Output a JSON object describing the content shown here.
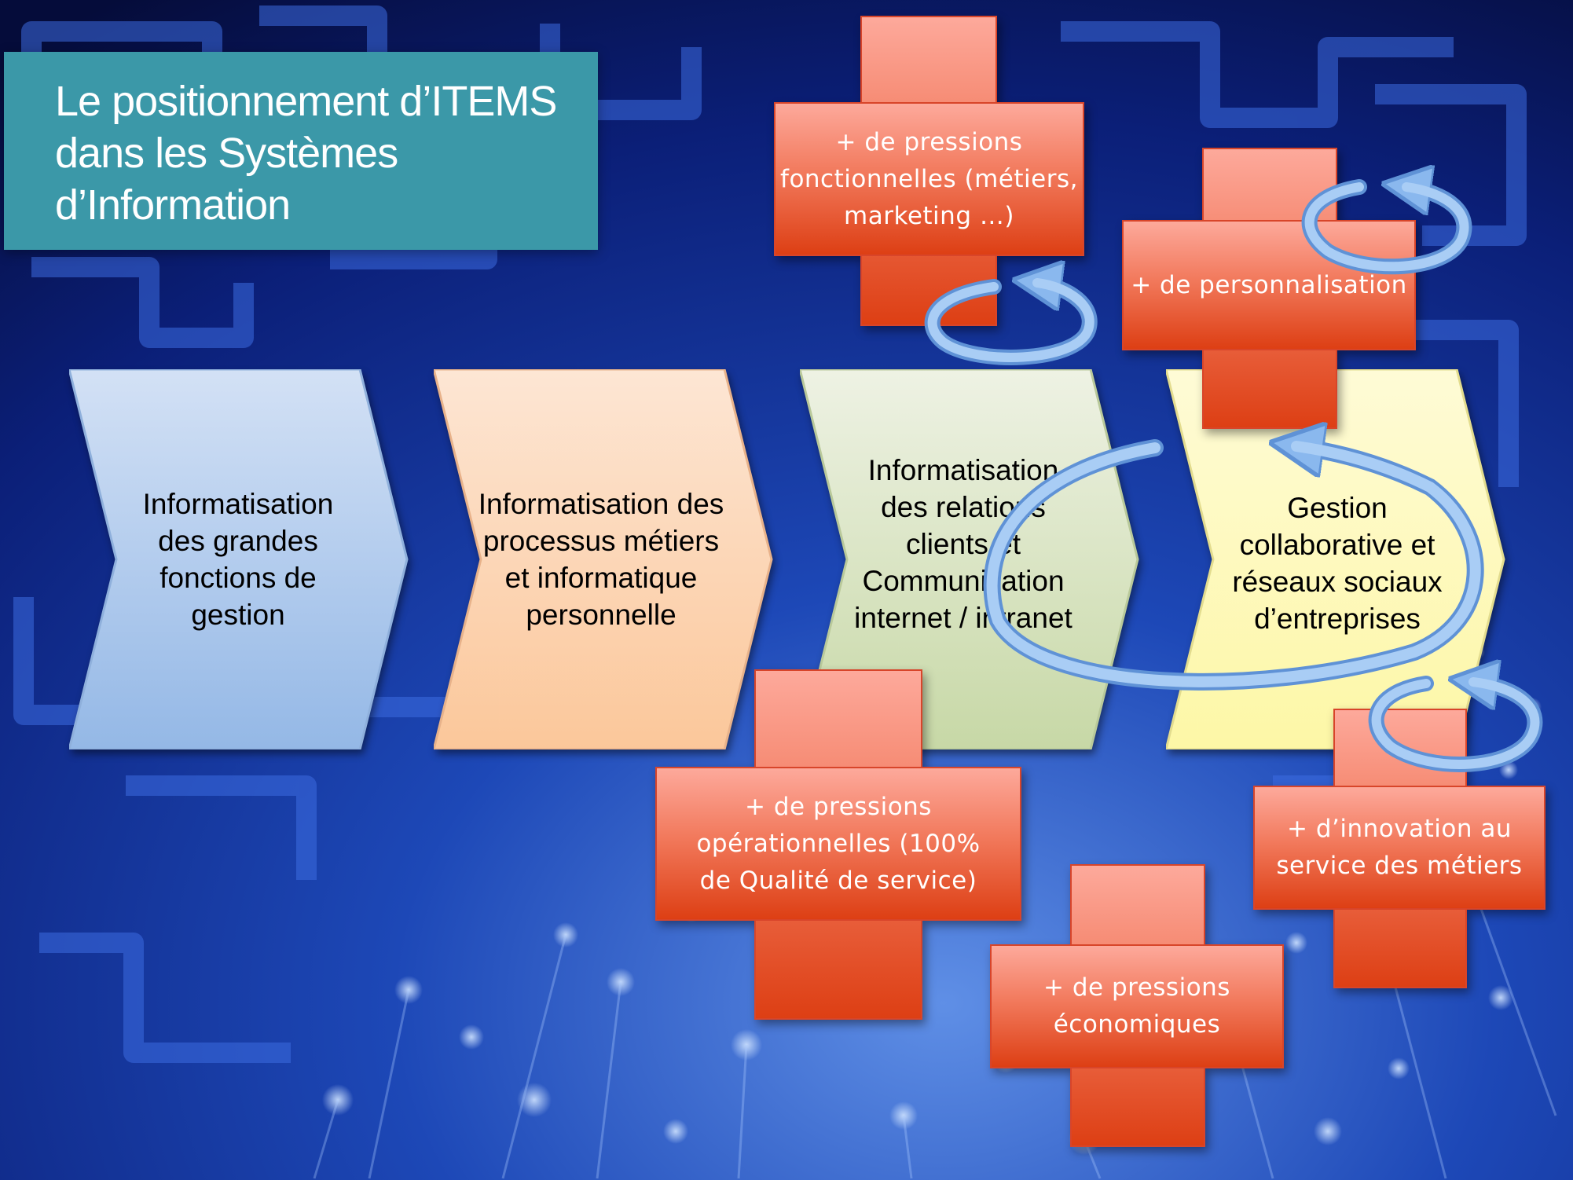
{
  "title": "Le positionnement d’ITEMS dans les Systèmes d’Information",
  "steps": [
    {
      "label": "Informatisation des grandes fonctions de gestion"
    },
    {
      "label": "Informatisation des processus métiers et informatique personnelle"
    },
    {
      "label": "Informatisation des relations clients et Communication internet / intranet"
    },
    {
      "label": "Gestion collaborative et réseaux sociaux d’entreprises"
    }
  ],
  "pressures": [
    {
      "label": "+ de pressions fonctionnelles (métiers, marketing …)"
    },
    {
      "label": "+ de personnalisation"
    },
    {
      "label": "+ de pressions opérationnelles (100% de Qualité de service)"
    },
    {
      "label": "+ de pressions économiques"
    },
    {
      "label": "+ d’innovation au service des métiers"
    }
  ],
  "colors": {
    "title_box": "#3b98a8",
    "step_1": "#a6c4ea",
    "step_2": "#fbcfa6",
    "step_3": "#cddcae",
    "step_4": "#fdf9b8",
    "cross": "#ec6a48",
    "cycle_arrow": "#7aaee6"
  }
}
